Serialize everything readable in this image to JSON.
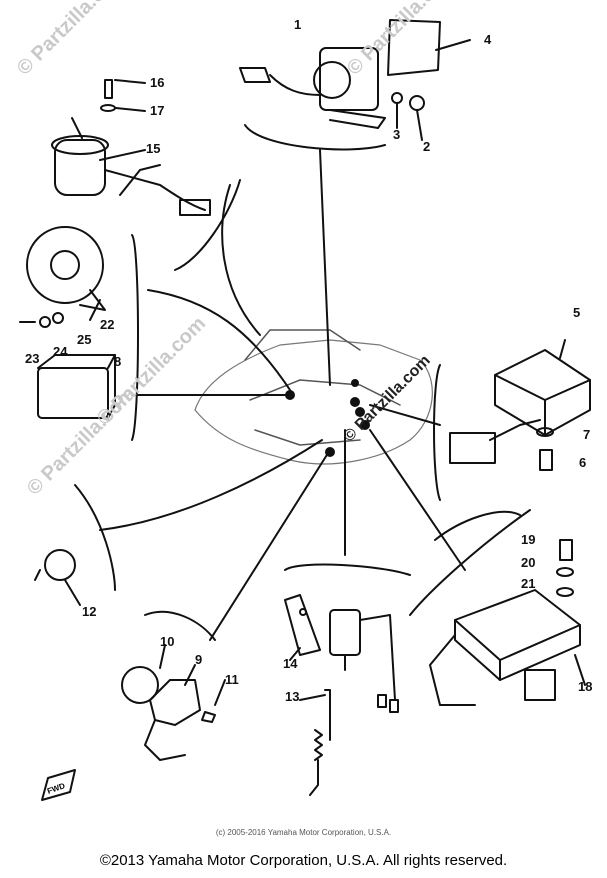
{
  "callouts": [
    "1",
    "2",
    "3",
    "4",
    "5",
    "6",
    "7",
    "8",
    "9",
    "10",
    "11",
    "12",
    "13",
    "14",
    "15",
    "16",
    "17",
    "18",
    "19",
    "20",
    "21",
    "22",
    "23",
    "24",
    "25"
  ],
  "fwd_label": "FWD",
  "watermark": "© Partzilla.com",
  "credit": "(c) 2005-2016 Yamaha Motor Corporation, U.S.A.",
  "copyright": "©2013 Yamaha Motor Corporation, U.S.A. All rights reserved."
}
